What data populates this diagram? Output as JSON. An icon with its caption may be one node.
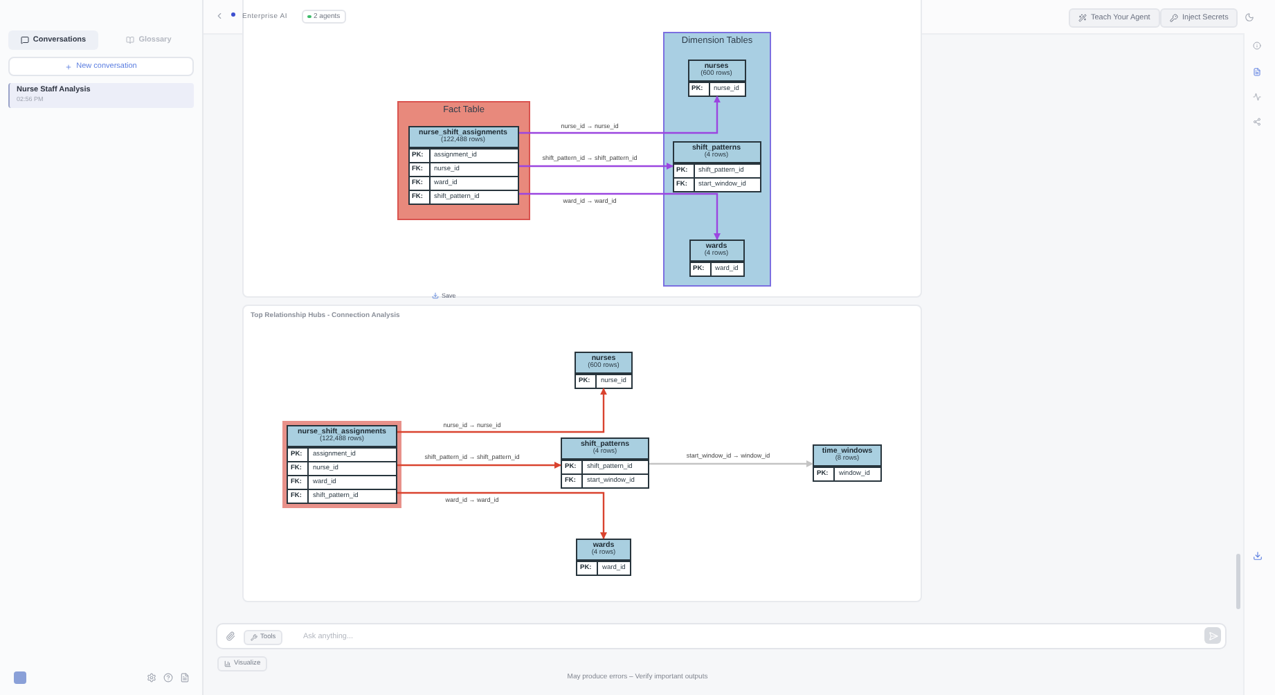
{
  "diagram": {
    "nodes": [
      {
        "text": [
          "Fact Table"
        ]
      },
      {
        "text": [
          "nurse_shift_assignments",
          "(122,488 rows)",
          "PK:",
          "assignment_id",
          "FK:",
          "nurse_id",
          "FK:",
          "ward_id",
          "FK:",
          "shift_pattern_id"
        ],
        "in": 0
      },
      {
        "text": [
          "Dimension Tables"
        ]
      },
      {
        "text": [
          "nurses",
          "(600 rows)",
          "PK:",
          "nurse_id"
        ],
        "in": 2
      },
      {
        "text": [
          "shift_patterns",
          "(4 rows)",
          "PK:",
          "shift_pattern_id",
          "FK:",
          "start_window_id"
        ],
        "in": 2
      },
      {
        "text": [
          "wards",
          "(4 rows)",
          "PK:",
          "ward_id"
        ],
        "in": 2
      },
      {
        "text": [
          "nurse_shift_assignments",
          "(122,488 rows)",
          "PK:",
          "assignment_id",
          "FK:",
          "nurse_id",
          "FK:",
          "ward_id",
          "FK:",
          "shift_pattern_id"
        ]
      },
      {
        "text": [
          "nurses",
          "(600 rows)",
          "PK:",
          "nurse_id"
        ]
      },
      {
        "text": [
          "shift_patterns",
          "(4 rows)",
          "PK:",
          "shift_pattern_id",
          "FK:",
          "start_window_id"
        ]
      },
      {
        "text": [
          "wards",
          "(4 rows)",
          "PK:",
          "ward_id"
        ]
      },
      {
        "text": [
          "time_windows",
          "(8 rows)",
          "PK:",
          "window_id"
        ]
      }
    ],
    "edges": [
      {
        "from": 1,
        "to": 3,
        "arrow": "to",
        "label": "nurse_id → nurse_id",
        "color": "#9b45e0"
      },
      {
        "from": 1,
        "to": 4,
        "arrow": "to",
        "label": "shift_pattern_id → shift_pattern_id",
        "color": "#9b45e0"
      },
      {
        "from": 1,
        "to": 5,
        "arrow": "to",
        "label": "ward_id → ward_id",
        "color": "#9b45e0"
      },
      {
        "from": 6,
        "to": 7,
        "arrow": "to",
        "label": "nurse_id → nurse_id",
        "color": "#d9432f"
      },
      {
        "from": 6,
        "to": 8,
        "arrow": "to",
        "label": "shift_pattern_id → shift_pattern_id",
        "color": "#d9432f"
      },
      {
        "from": 6,
        "to": 9,
        "arrow": "to",
        "label": "ward_id → ward_id",
        "color": "#d9432f"
      },
      {
        "from": 8,
        "to": 10,
        "arrow": "to",
        "label": "start_window_id → window_id",
        "color": "#c4c4c4"
      }
    ],
    "labels": [
      "Conversations",
      "Glossary",
      "New conversation",
      "Nurse Staff Analysis",
      "02:56 PM",
      "Enterprise AI",
      "2 agents",
      "Teach Your Agent",
      "Inject Secrets",
      "Save",
      "Top Relationship Hubs - Connection Analysis",
      "Tools",
      "Ask anything...",
      "Visualize",
      "May produce errors – Verify important outputs"
    ]
  }
}
